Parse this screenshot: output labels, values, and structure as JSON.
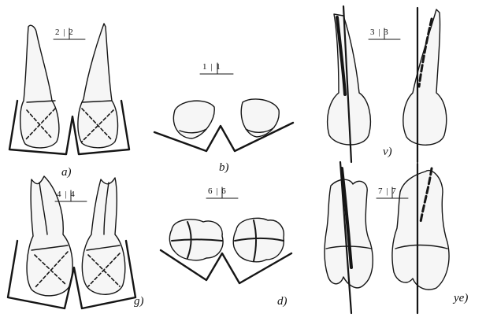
{
  "panels": [
    {
      "id": "a",
      "formula": "2 | 2",
      "caption": "a)"
    },
    {
      "id": "b",
      "formula": "1 | 1",
      "caption": "b)"
    },
    {
      "id": "v",
      "formula": "3 | 3",
      "caption": "v)"
    },
    {
      "id": "g",
      "formula": "4 | 4",
      "caption": "g)"
    },
    {
      "id": "d",
      "formula": "6 | 6",
      "caption": "d)"
    },
    {
      "id": "ye",
      "formula": "7 | 7",
      "caption": "ye)"
    }
  ],
  "colors": {
    "ink": "#151515",
    "background": "#ffffff"
  }
}
